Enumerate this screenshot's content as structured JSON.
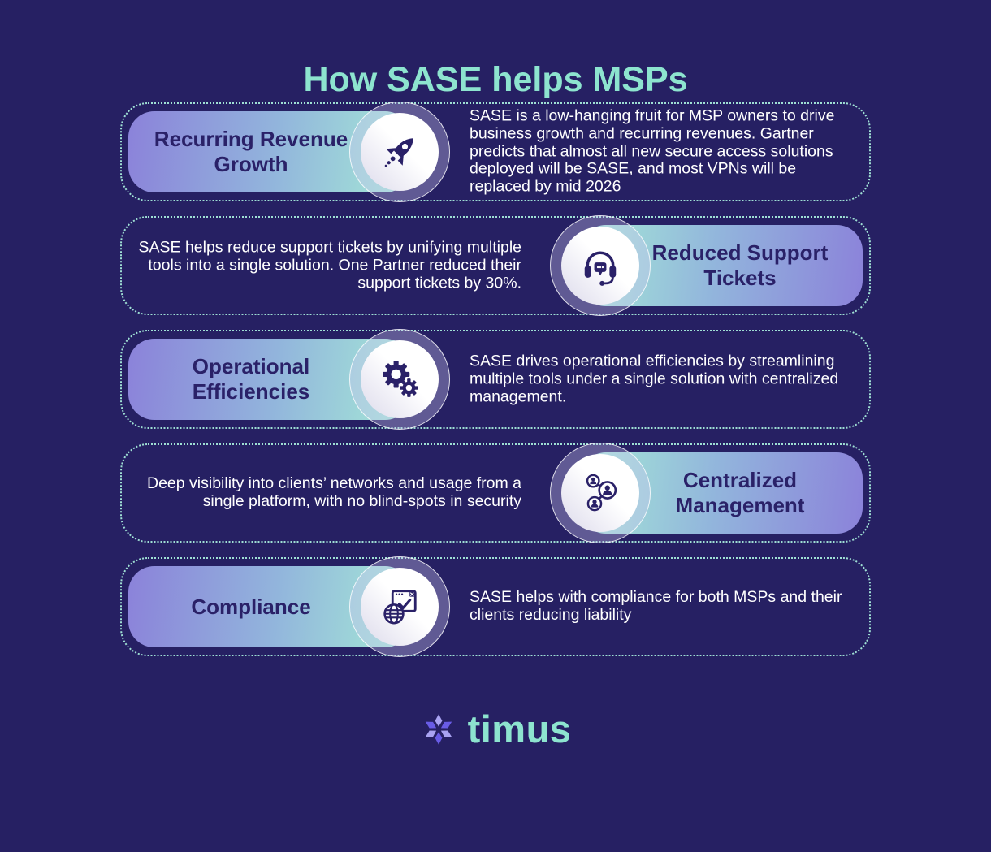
{
  "page": {
    "title": "How SASE helps MSPs"
  },
  "rows": [
    {
      "side": "left",
      "title": "Recurring Revenue Growth",
      "icon": "rocket-icon",
      "description": "SASE is a low-hanging fruit for MSP owners to drive business growth and recurring revenues. Gartner predicts that almost all new secure access solutions deployed will be SASE, and most VPNs will be replaced by mid 2026"
    },
    {
      "side": "right",
      "title": "Reduced Support Tickets",
      "icon": "headset-icon",
      "description": "SASE helps reduce support tickets by unifying multiple tools into a single solution. One Partner reduced their support tickets by 30%."
    },
    {
      "side": "left",
      "title": "Operational Efficiencies",
      "icon": "gears-icon",
      "description": "SASE drives operational efficiencies by streamlining multiple tools under a single solution with centralized management."
    },
    {
      "side": "right",
      "title": "Centralized Management",
      "icon": "network-users-icon",
      "description": "Deep visibility into clients’ networks and usage from a single platform, with no blind-spots in security"
    },
    {
      "side": "left",
      "title": "Compliance",
      "icon": "globe-browser-check-icon",
      "description": "SASE helps with compliance for both MSPs and their clients reducing liability"
    }
  ],
  "footer": {
    "logo_text": "timus",
    "logo_icon": "snowflake-icon"
  },
  "colors": {
    "bg": "#262063",
    "title-color": "#8DE4CF",
    "dotted": "#9FE0D4",
    "pill-text": "#2A2168",
    "desc-color": "#FFFFFF",
    "grad-purple": "#8B82DA",
    "grad-blue": "#92B5DC",
    "grad-mint": "#A5EAD6",
    "icon-navy": "#2A2168",
    "logo-light": "#A9A3F2",
    "logo-dark": "#695CE6"
  }
}
